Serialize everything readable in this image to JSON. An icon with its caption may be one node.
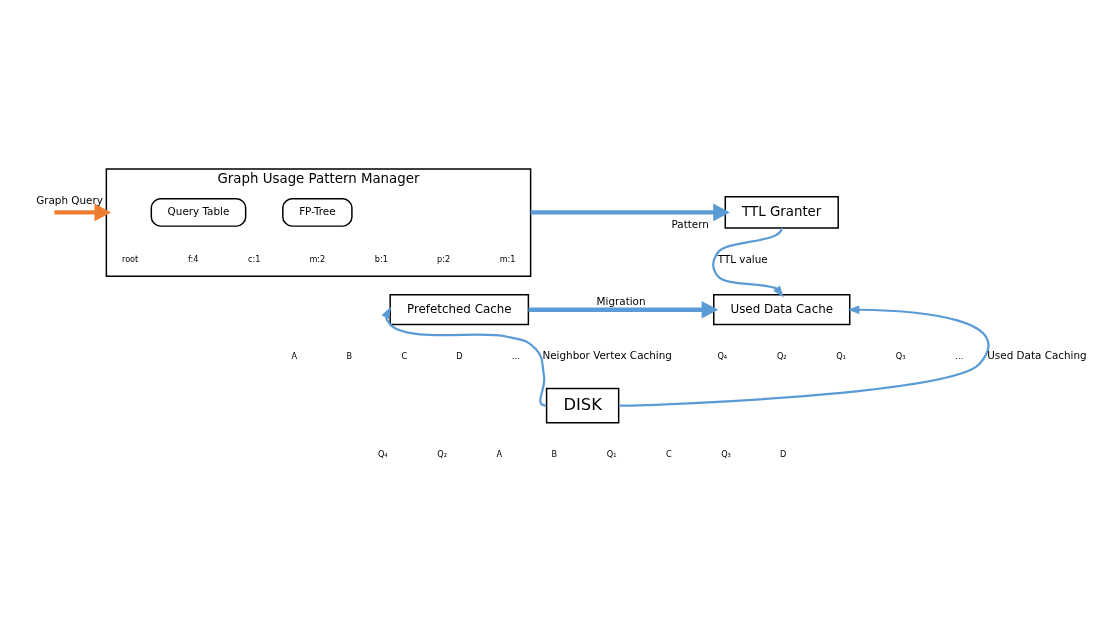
{
  "diagram": {
    "nodes": [
      {
        "text": [
          "Graph Usage Pattern Manager"
        ]
      },
      {
        "text": [
          "Query Table"
        ],
        "in": 0
      },
      {
        "text": [
          "FP-Tree"
        ],
        "in": 0
      },
      {
        "text": [
          "TTL Granter"
        ]
      },
      {
        "text": [
          "Prefetched Cache"
        ]
      },
      {
        "text": [
          "Used Data Cache"
        ]
      },
      {
        "text": [
          "DISK"
        ]
      }
    ],
    "edges": [
      {
        "from": null,
        "to": 0,
        "arrow": "to",
        "label": "Graph Query",
        "style": "thick",
        "color": "#ed7d31"
      },
      {
        "from": 0,
        "to": 3,
        "arrow": "to",
        "label": "Pattern",
        "style": "thick"
      },
      {
        "from": 3,
        "to": 5,
        "arrow": "to",
        "label": "TTL value"
      },
      {
        "from": 4,
        "to": 5,
        "arrow": "to",
        "label": "Migration",
        "style": "thick"
      },
      {
        "from": 6,
        "to": 4,
        "arrow": "to",
        "label": "Neighbor Vertex Caching"
      },
      {
        "from": 6,
        "to": 5,
        "arrow": "to",
        "label": "Used Data Caching"
      }
    ],
    "labels": [
      "root",
      "f:4",
      "c:1",
      "m:2",
      "b:1",
      "p:2",
      "m:1",
      "A",
      "B",
      "C",
      "D",
      "…",
      "Q₄",
      "Q₂",
      "Q₁",
      "Q₃",
      "…",
      "Q₄",
      "Q₂",
      "A",
      "B",
      "Q₁",
      "C",
      "Q₃",
      "D"
    ]
  }
}
